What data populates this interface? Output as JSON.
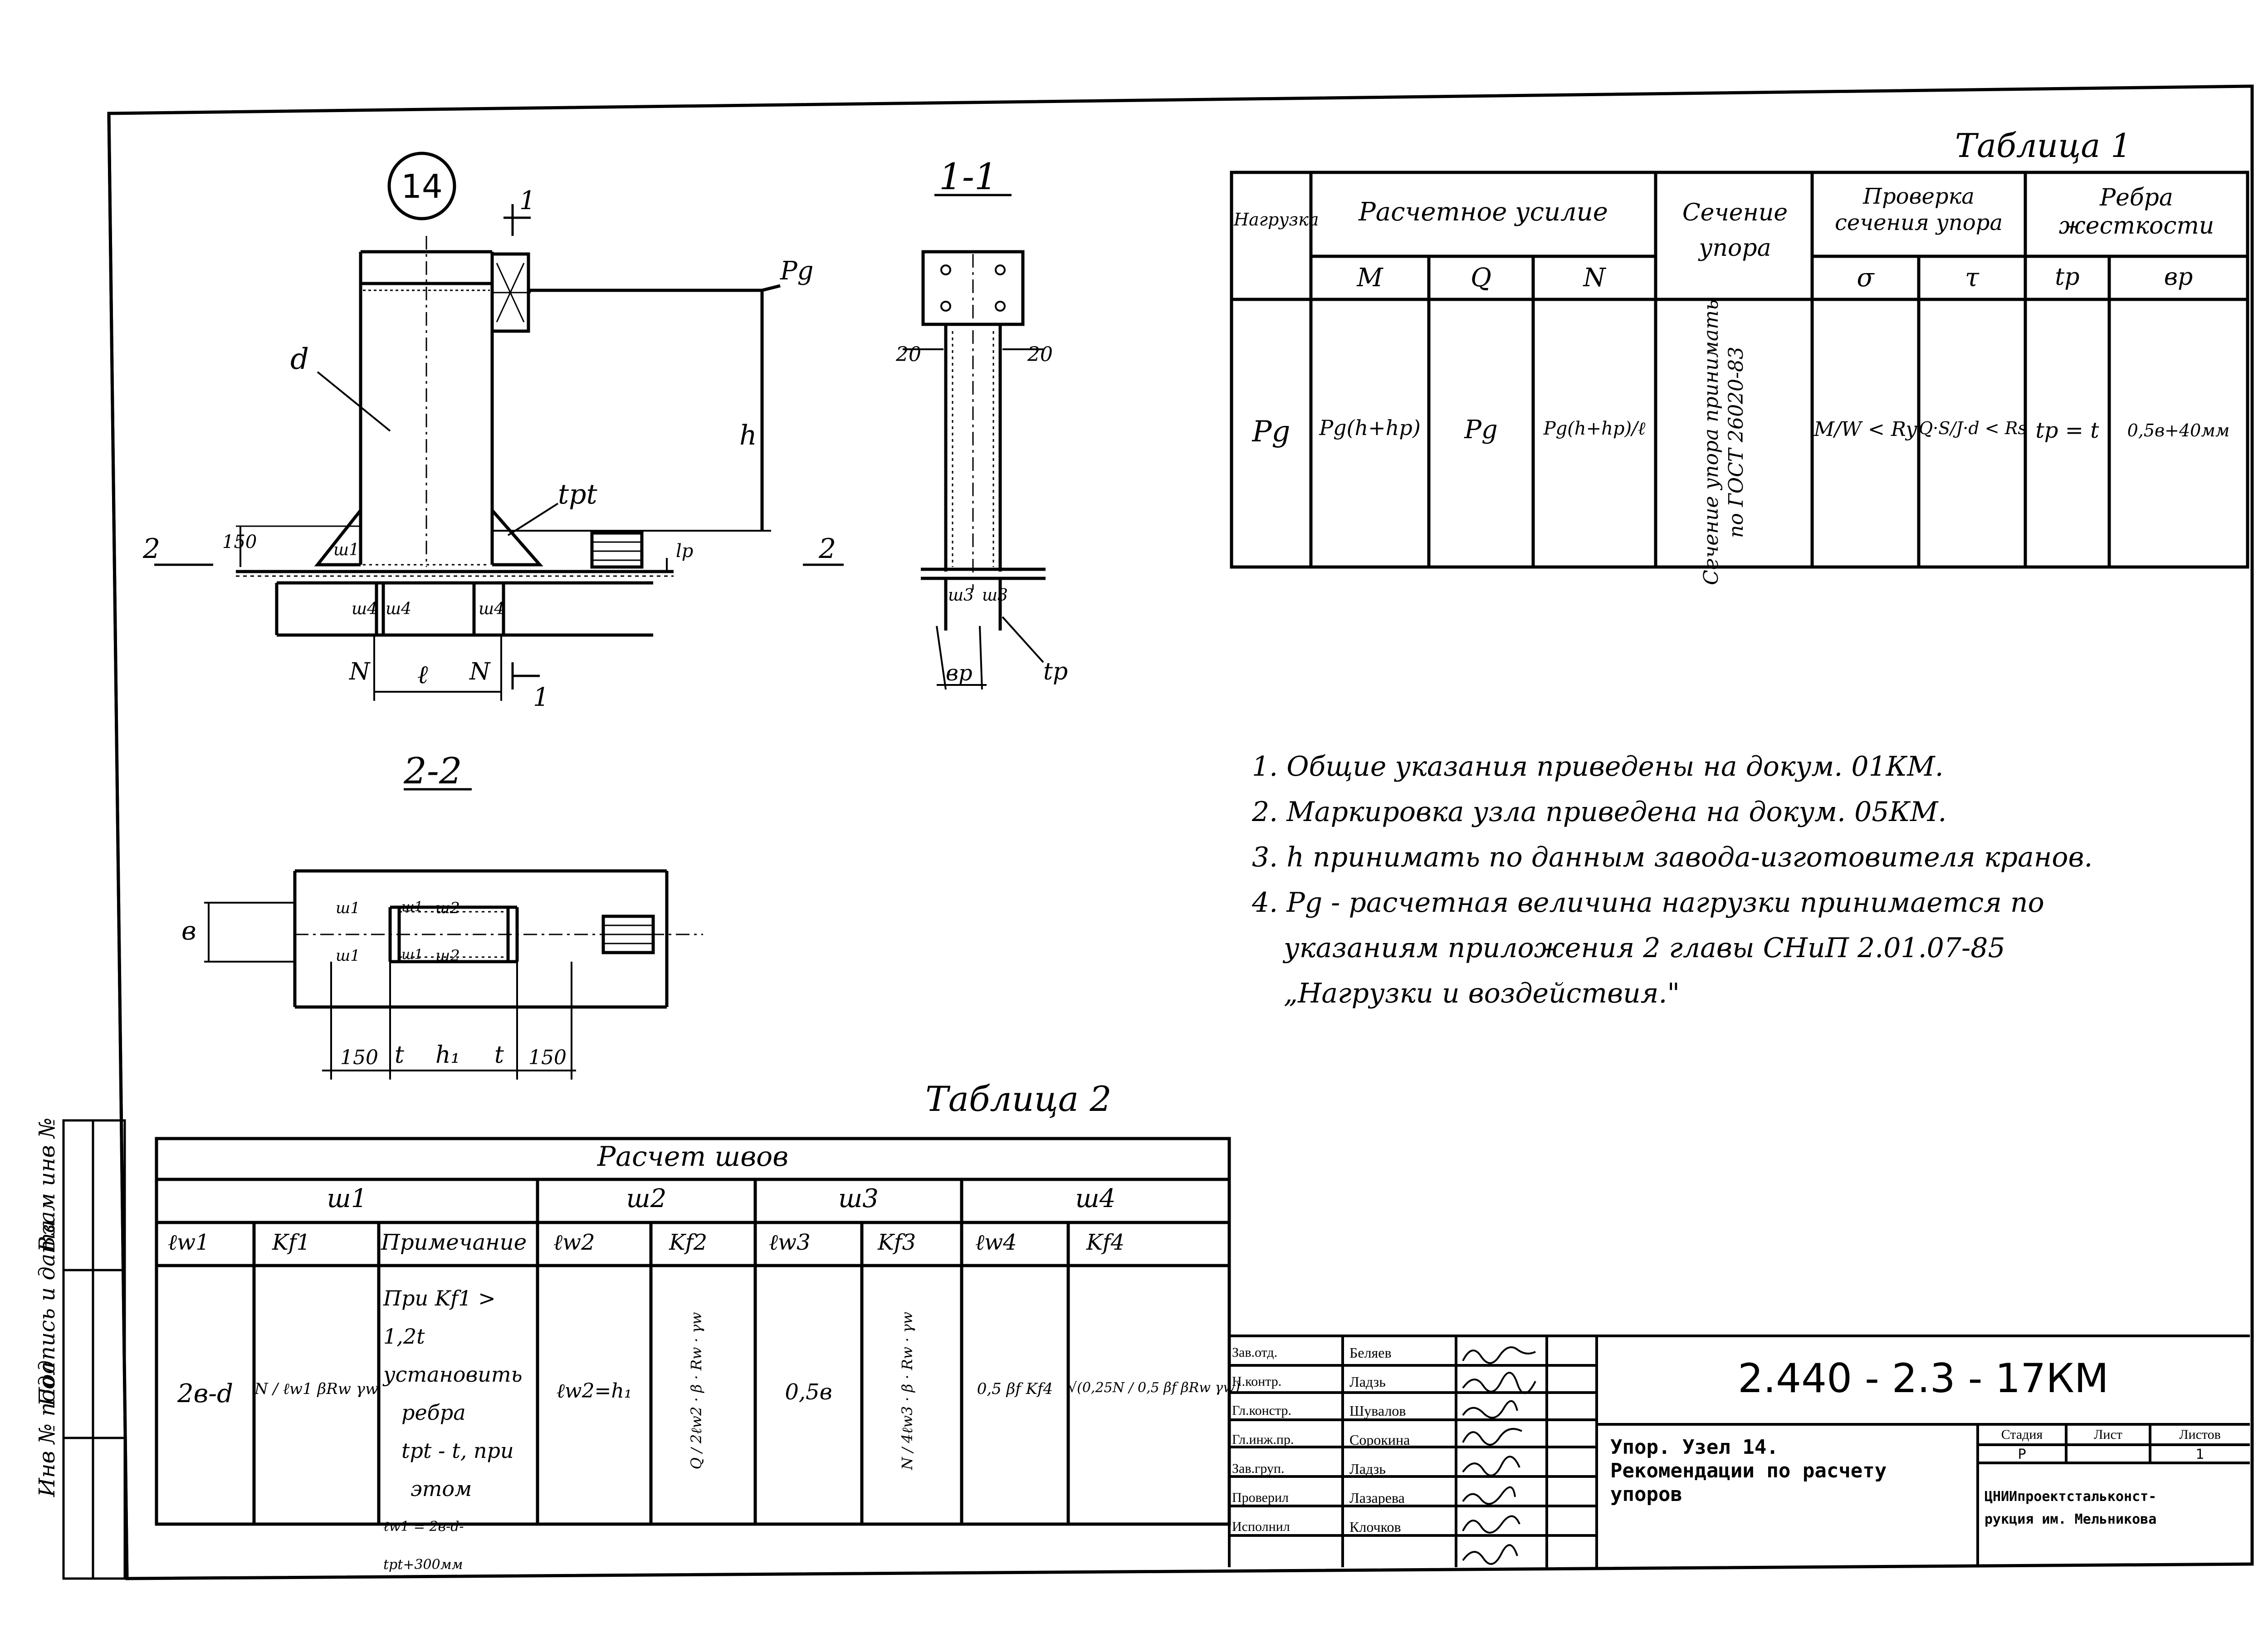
{
  "side_stamp": {
    "inv_podl": "Инв № подл",
    "podpis_data": "Подпись и дата",
    "vzam_inv": "Взам инв №"
  },
  "drawing": {
    "node_number": "14",
    "section_1_1": "1-1",
    "section_2_2": "2-2",
    "marks": {
      "cut1_top": "1",
      "cut1_bottom": "1",
      "cut2_left": "2",
      "cut2_right": "2",
      "Pg": "Pg",
      "h": "h",
      "d": "d",
      "tpt": "tpt",
      "dim150": "150",
      "lp": "lp",
      "w1": "ш1",
      "w4a": "ш4",
      "w4b": "ш4",
      "w4c": "ш4",
      "N_left": "N",
      "N_right": "N",
      "l": "ℓ",
      "sec_20_left": "20",
      "sec_20_right": "20",
      "w3": "ш3",
      "w3b": "ш3",
      "bp": "вр",
      "tp": "tp",
      "b": "в",
      "p_w1a": "ш1",
      "p_w1b": "ш1",
      "p_w2a": "ш2",
      "p_w2b": "ш2",
      "p_w1c": "ш1",
      "p_w1d": "ш1",
      "p150a": "150",
      "p_t1": "t",
      "p_h1": "h₁",
      "p_t2": "t",
      "p150b": "150"
    }
  },
  "table1": {
    "caption": "Таблица 1",
    "headers": {
      "load": "Нагрузка",
      "forces": "Расчетное усилие",
      "section": "Сечение упора",
      "check": "Проверка сечения упора",
      "ribs": "Ребра жесткости",
      "M": "M",
      "Q": "Q",
      "N": "N",
      "sigma": "σ",
      "tau": "τ",
      "tp": "tp",
      "bp": "вр"
    },
    "row": {
      "load": "Pg",
      "M": "Pg(h+hp)",
      "Q": "Pg",
      "N": "Pg(h+hp)/ℓ",
      "section": "Сечение упора принимать по ГОСТ 26020-83",
      "sigma": "M/W < Ry",
      "tau": "Q·S/J·d < Rs",
      "tp": "tp = t",
      "bp": "0,5в+40мм"
    }
  },
  "notes": [
    "1. Общие указания приведены на докум. 01КМ.",
    "2. Маркировка узла приведена на докум. 05КМ.",
    "3. h принимать по данным завода-изготовителя кранов.",
    "4. Pg - расчетная величина нагрузки принимается по",
    "указаниям приложения 2 главы СНиП 2.01.07-85",
    "„Нагрузки и воздействия.\""
  ],
  "table2": {
    "caption": "Таблица 2",
    "title": "Расчет швов",
    "groups": [
      "ш1",
      "ш2",
      "ш3",
      "ш4"
    ],
    "cols": [
      "ℓw1",
      "Kf1",
      "Примечание",
      "ℓw2",
      "Kf2",
      "ℓw3",
      "Kf3",
      "ℓw4",
      "Kf4"
    ],
    "row": {
      "lw1": "2в-d",
      "kf1": "N / ℓw1 βRw γw",
      "note_1": "При Kf1 > 1,2t",
      "note_2": "установить",
      "note_3": "ребра",
      "note_4": "tpt - t, при",
      "note_5": "этом",
      "note_6": "ℓw1 = 2в-d-tpt+300мм",
      "lw2": "ℓw2=h₁",
      "kf2": "Q / 2ℓw2 · β · Rw · γw",
      "lw3": "0,5в",
      "kf3": "N / 4ℓw3 · β · Rw · γw",
      "lw4": "0,5 βf Kf4",
      "kf4": "√(0,25N / 0,5 βf βRw γw)"
    }
  },
  "title_block": {
    "code": "2.440 - 2.3 - 17КМ",
    "roles": [
      "Зав.отд.",
      "Н.контр.",
      "Гл.констр.",
      "Гл.инж.пр.",
      "Зав.груп.",
      "Проверил",
      "Исполнил"
    ],
    "names": [
      "Беляев",
      "Ладзь",
      "Шувалов",
      "Сорокина",
      "Ладзь",
      "Лазарева",
      "Клочков"
    ],
    "desc_1": "Упор. Узел 14.",
    "desc_2": "Рекомендации по расчету",
    "desc_3": "упоров",
    "stage_h": "Стадия",
    "sheet_h": "Лист",
    "sheets_h": "Листов",
    "stage": "Р",
    "sheet": "",
    "sheets": "1",
    "org_1": "ЦНИИпроектстальконст-",
    "org_2": "рукция им. Мельникова"
  }
}
